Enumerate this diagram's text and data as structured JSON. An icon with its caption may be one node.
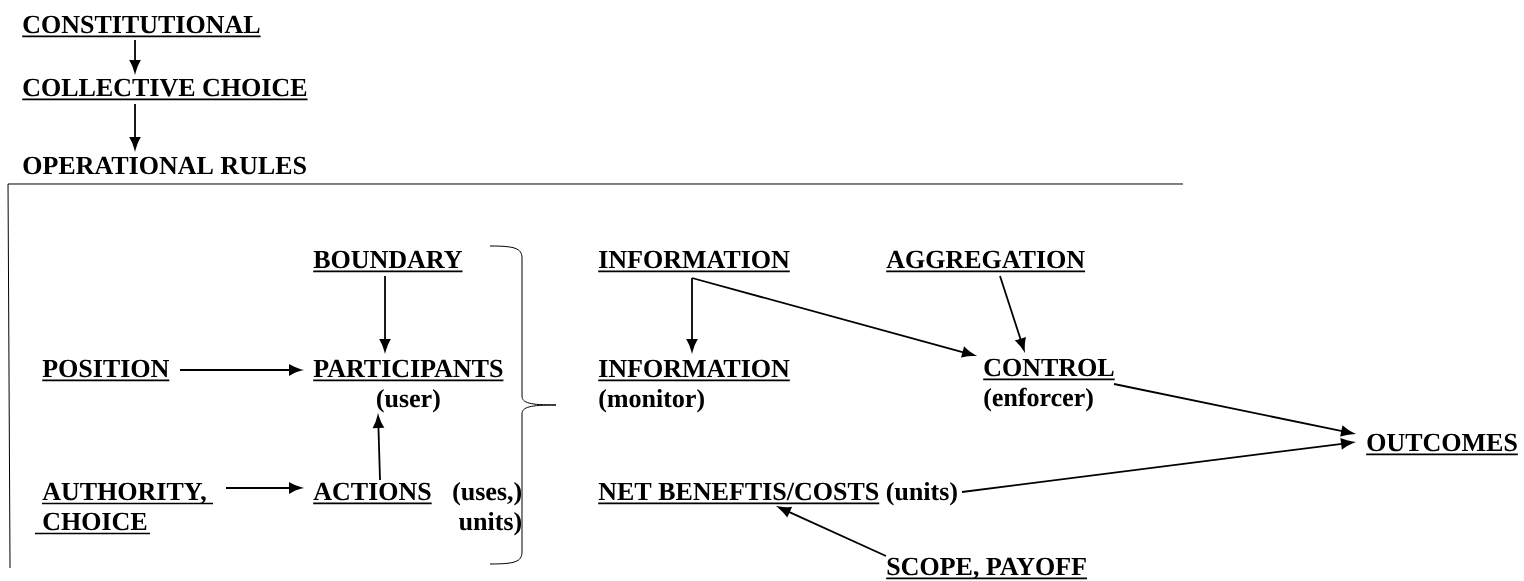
{
  "diagram": {
    "nodes": [
      {
        "text": [
          "CONSTITUTIONAL"
        ]
      },
      {
        "text": [
          "COLLECTIVE CHOICE"
        ]
      },
      {
        "text": [
          "OPERATIONAL RULES"
        ]
      },
      {
        "text": [
          "BOUNDARY"
        ]
      },
      {
        "text": [
          "INFORMATION"
        ]
      },
      {
        "text": [
          "AGGREGATION"
        ]
      },
      {
        "text": [
          "POSITION"
        ]
      },
      {
        "text": [
          "PARTICIPANTS",
          "(user)"
        ]
      },
      {
        "text": [
          "INFORMATION",
          "(monitor)"
        ]
      },
      {
        "text": [
          "CONTROL",
          "(enforcer)"
        ]
      },
      {
        "text": [
          "OUTCOMES"
        ]
      },
      {
        "text": [
          "AUTHORITY, CHOICE"
        ]
      },
      {
        "text": [
          "ACTIONS",
          "(uses,) units)"
        ]
      },
      {
        "text": [
          "NET BENEFTIS/COSTS",
          "(units)"
        ]
      },
      {
        "text": [
          "SCOPE, PAYOFF"
        ]
      }
    ],
    "edges": [
      {
        "from": 0,
        "to": 1,
        "arrow": "to"
      },
      {
        "from": 1,
        "to": 2,
        "arrow": "to"
      },
      {
        "from": 3,
        "to": 7,
        "arrow": "to"
      },
      {
        "from": 6,
        "to": 7,
        "arrow": "to"
      },
      {
        "from": 11,
        "to": 12,
        "arrow": "to"
      },
      {
        "from": 12,
        "to": 7,
        "arrow": "to"
      },
      {
        "from": 4,
        "to": 8,
        "arrow": "to"
      },
      {
        "from": 4,
        "to": 9,
        "arrow": "to"
      },
      {
        "from": 5,
        "to": 9,
        "arrow": "to"
      },
      {
        "from": 9,
        "to": 10,
        "arrow": "to"
      },
      {
        "from": 13,
        "to": 10,
        "arrow": "to"
      },
      {
        "from": 14,
        "to": 13,
        "arrow": "to"
      }
    ]
  }
}
